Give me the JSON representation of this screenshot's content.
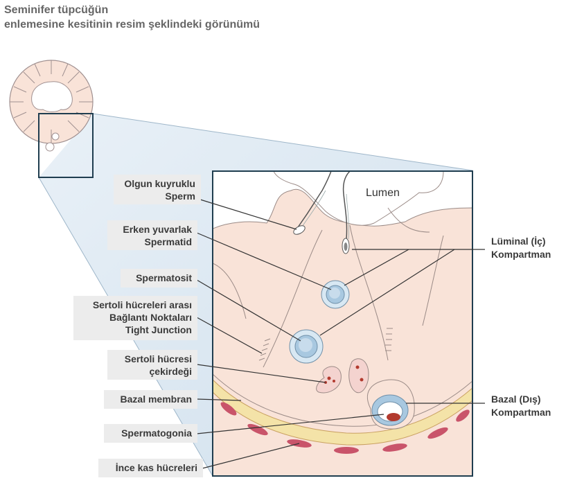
{
  "title": {
    "line1": "Seminifer tüpcüğün",
    "line2": "enlemesine kesitinin resim şeklindeki görünümü"
  },
  "lumen": "Lumen",
  "labels": {
    "mature_sperm": [
      "Olgun kuyruklu",
      "Sperm"
    ],
    "early_spermatid": [
      "Erken yuvarlak",
      "Spermatid"
    ],
    "spermatocyte": [
      "Spermatosit"
    ],
    "tight_junction": [
      "Sertoli hücreleri arası",
      "Bağlantı Noktaları",
      "Tight Junction"
    ],
    "sertoli_nucleus": [
      "Sertoli hücresi",
      "çekirdeği"
    ],
    "basal_membrane": [
      "Bazal membran"
    ],
    "spermatogonia": [
      "Spermatogonia"
    ],
    "smooth_muscle": [
      "İnce kas hücreleri"
    ]
  },
  "compartments": {
    "luminal": [
      "Lüminal (İç)",
      "Kompartman"
    ],
    "basal": [
      "Bazal (Dış)",
      "Kompartman"
    ]
  },
  "colors": {
    "cell_fill": "#f9e3d8",
    "cell_stroke": "#9a8a86",
    "frame": "#1f3d4f",
    "membrane": "#f4e3a8",
    "muscle": "#c9546a",
    "cell_nucleus": "#a8c8e0",
    "red_nucleus": "#b23a2e",
    "zoom_shade": "#dbe8f3"
  }
}
